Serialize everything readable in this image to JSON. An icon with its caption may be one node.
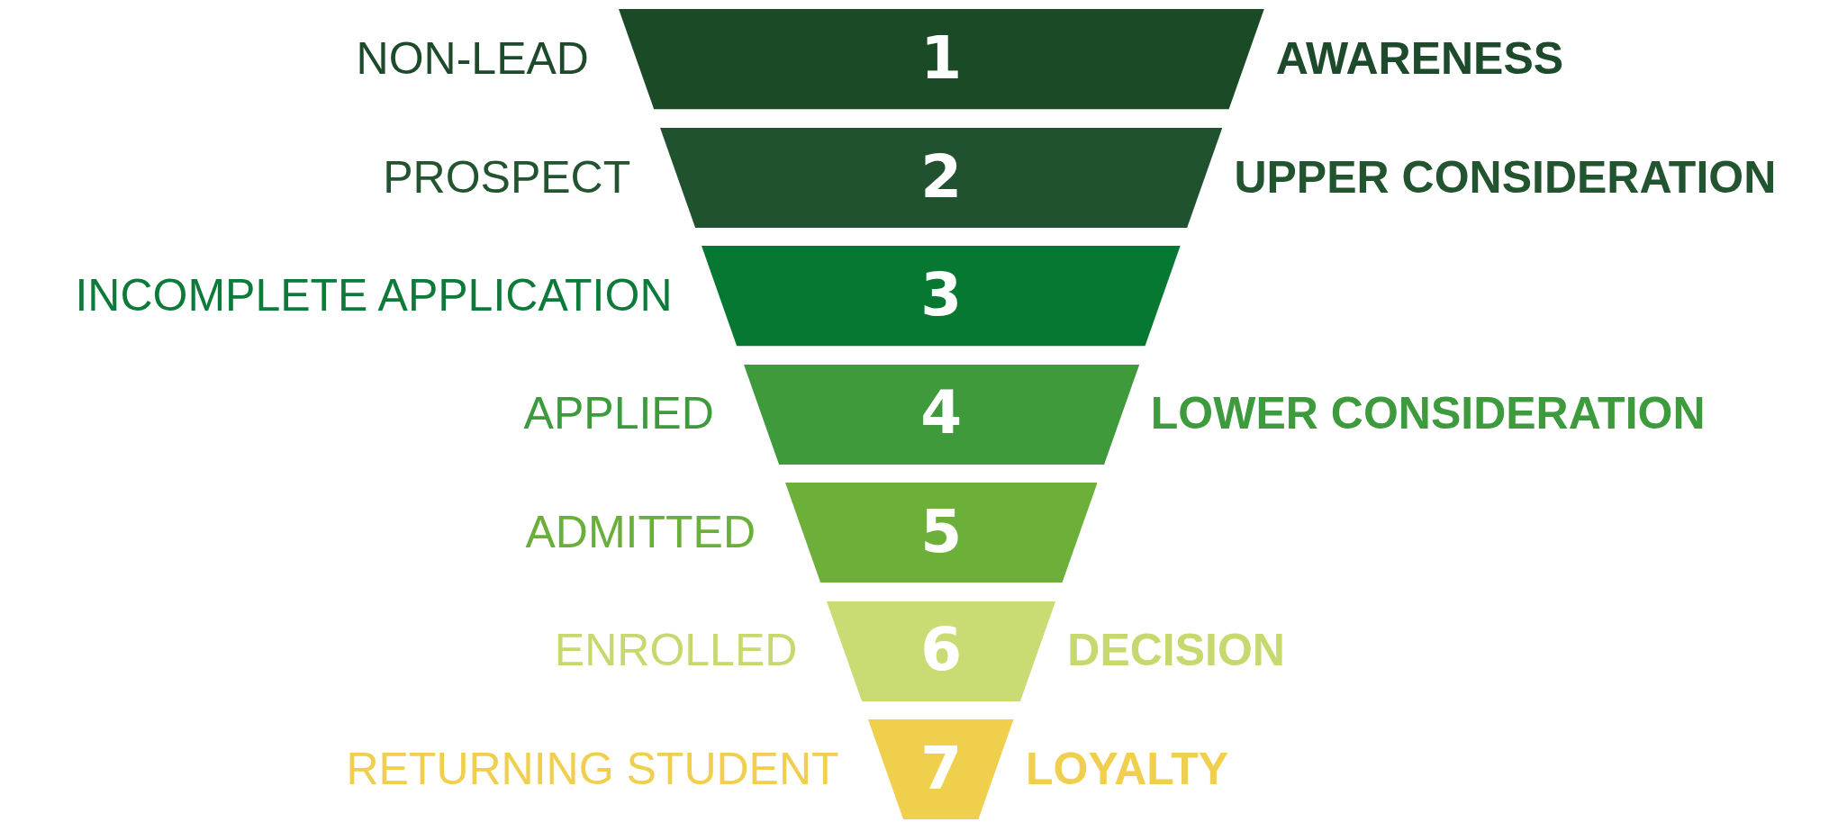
{
  "diagram": {
    "nodes": [
      {
        "text": [
          "1"
        ],
        "beside": [
          "NON-LEAD",
          "AWARENESS"
        ]
      },
      {
        "text": [
          "2"
        ],
        "beside": [
          "PROSPECT",
          "UPPER CONSIDERATION"
        ]
      },
      {
        "text": [
          "3"
        ],
        "beside": [
          "INCOMPLETE APPLICATION"
        ]
      },
      {
        "text": [
          "4"
        ],
        "beside": [
          "APPLIED",
          "LOWER CONSIDERATION"
        ]
      },
      {
        "text": [
          "5"
        ],
        "beside": [
          "ADMITTED"
        ]
      },
      {
        "text": [
          "6"
        ],
        "beside": [
          "ENROLLED",
          "DECISION"
        ]
      },
      {
        "text": [
          "7"
        ],
        "beside": [
          "RETURNING STUDENT",
          "LOYALTY"
        ]
      }
    ],
    "edges": []
  }
}
